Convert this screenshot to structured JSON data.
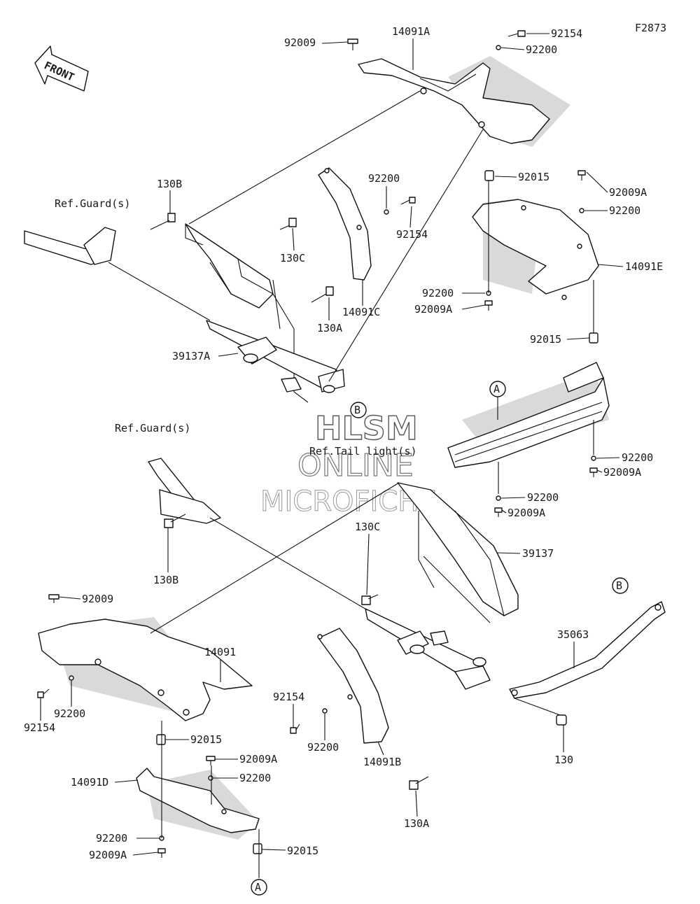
{
  "figure_code": "F2873",
  "front_arrow": "FRONT",
  "watermark": {
    "line1": "HLSM",
    "line2": "ONLINE",
    "line3": "MICROFICHE"
  },
  "refs": {
    "guard_upper": "Ref.Guard(s)",
    "guard_lower": "Ref.Guard(s)",
    "tail_light": "Ref.Tail light(s)"
  },
  "callouts": {
    "a": "A",
    "b": "B"
  },
  "labels": {
    "l_92009_top": "92009",
    "l_14091A": "14091A",
    "l_92154_top": "92154",
    "l_92200_top": "92200",
    "l_130B_top": "130B",
    "l_92200_mid": "92200",
    "l_92154_mid": "92154",
    "l_92015_top": "92015",
    "l_92009A_r1": "92009A",
    "l_92200_r1": "92200",
    "l_130C_top": "130C",
    "l_14091E": "14091E",
    "l_130A_top": "130A",
    "l_92200_r2": "92200",
    "l_92009A_r2": "92009A",
    "l_14091C": "14091C",
    "l_39137A": "39137A",
    "l_92015_r": "92015",
    "l_92200_r3": "92200",
    "l_92009A_r3": "92009A",
    "l_92200_c": "92200",
    "l_92009A_c": "92009A",
    "l_130C_low": "130C",
    "l_39137": "39137",
    "l_130B_low": "130B",
    "l_92009_low": "92009",
    "l_35063": "35063",
    "l_14091": "14091",
    "l_92154_left": "92154",
    "l_92200_left": "92200",
    "l_92015_low": "92015",
    "l_92154_low": "92154",
    "l_92200_low": "92200",
    "l_14091B": "14091B",
    "l_130": "130",
    "l_92009A_low1": "92009A",
    "l_92200_low1": "92200",
    "l_14091D": "14091D",
    "l_92200_low2": "92200",
    "l_92009A_low2": "92009A",
    "l_92015_bot": "92015",
    "l_130A_low": "130A"
  }
}
